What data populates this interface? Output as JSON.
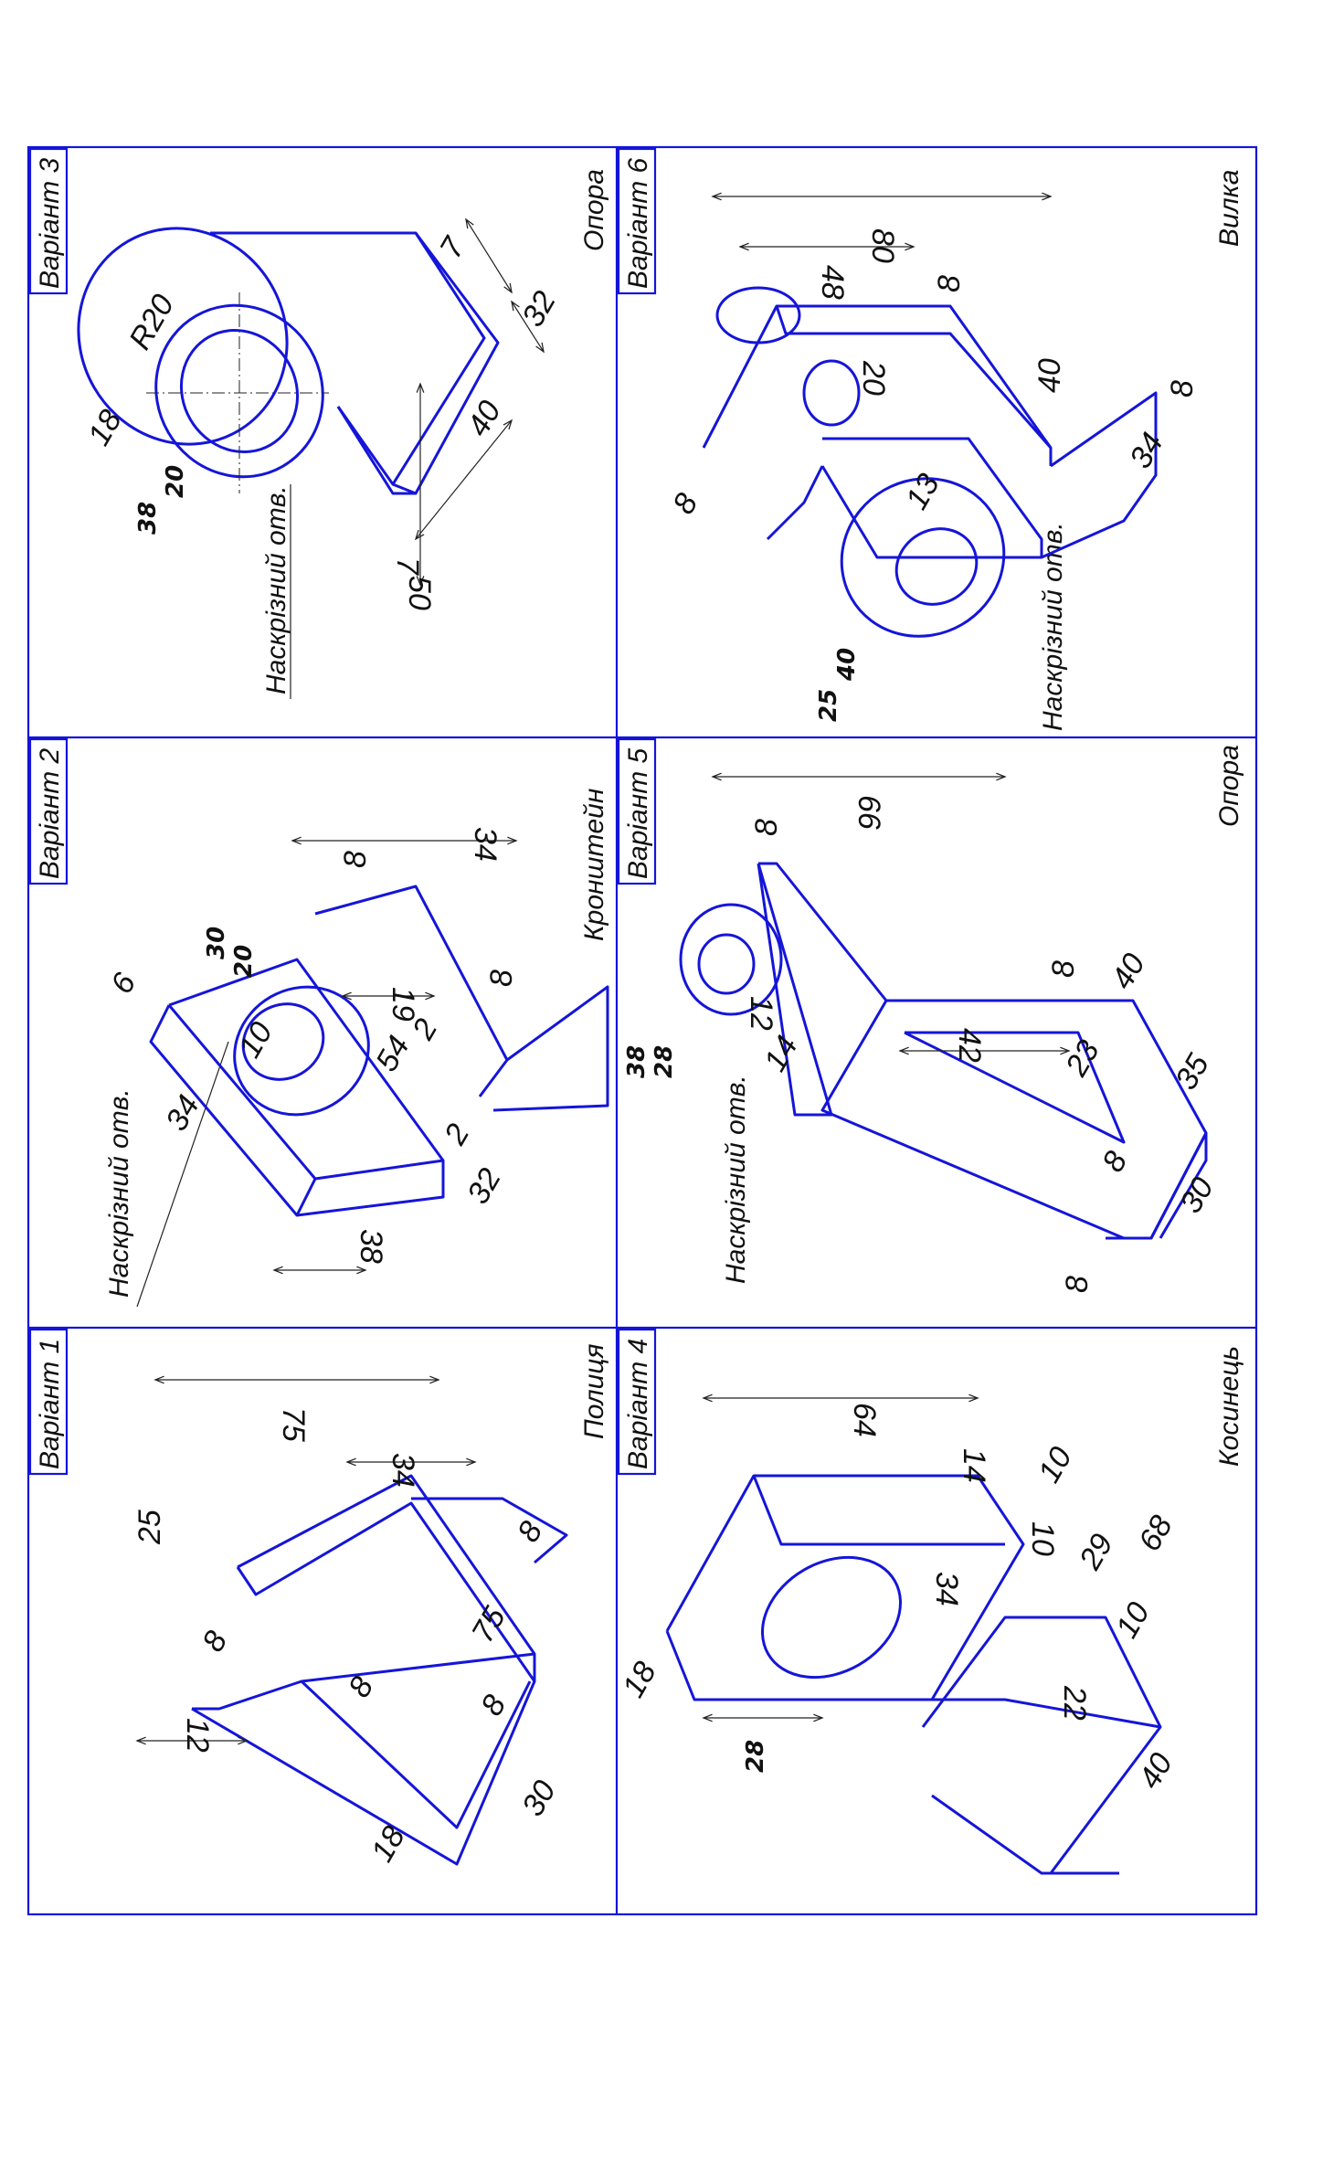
{
  "sheet": {
    "variants": [
      {
        "id": "v1",
        "title": "Варіант 1",
        "part_name": "Полиця",
        "note": "",
        "dims": [
          "75",
          "34",
          "25",
          "8",
          "8",
          "8",
          "75",
          "8",
          "30",
          "12",
          "18"
        ],
        "roughness": []
      },
      {
        "id": "v2",
        "title": "Варіант 2",
        "part_name": "Кронштейн",
        "note": "Наскрізний отв.",
        "dims": [
          "8",
          "34",
          "6",
          "34",
          "10",
          "19",
          "54",
          "2",
          "8",
          "2",
          "32",
          "38"
        ],
        "roughness": [
          "30",
          "20"
        ]
      },
      {
        "id": "v3",
        "title": "Варіант 3",
        "part_name": "Опора",
        "note": "Наскрізний отв.",
        "dims": [
          "R20",
          "18",
          "7",
          "32",
          "40",
          "7",
          "50"
        ],
        "roughness": [
          "38",
          "20"
        ]
      },
      {
        "id": "v4",
        "title": "Варіант 4",
        "part_name": "Косинець",
        "note": "",
        "dims": [
          "64",
          "14",
          "34",
          "18",
          "10",
          "10",
          "29",
          "68",
          "10",
          "22",
          "40"
        ],
        "roughness": [
          "28"
        ]
      },
      {
        "id": "v5",
        "title": "Варіант 5",
        "part_name": "Опора",
        "note": "Наскрізний отв.",
        "dims": [
          "66",
          "8",
          "12",
          "14",
          "8",
          "40",
          "42",
          "23",
          "35",
          "8",
          "30",
          "8"
        ],
        "roughness": [
          "38",
          "28"
        ]
      },
      {
        "id": "v6",
        "title": "Варіант 6",
        "part_name": "Вилка",
        "note": "Наскрізний отв.",
        "dims": [
          "80",
          "48",
          "8",
          "20",
          "40",
          "8",
          "34",
          "8",
          "13"
        ],
        "roughness": [
          "40",
          "25"
        ]
      }
    ]
  },
  "colors": {
    "line": "#1515d9",
    "dimension": "#222222",
    "background": "#ffffff"
  }
}
